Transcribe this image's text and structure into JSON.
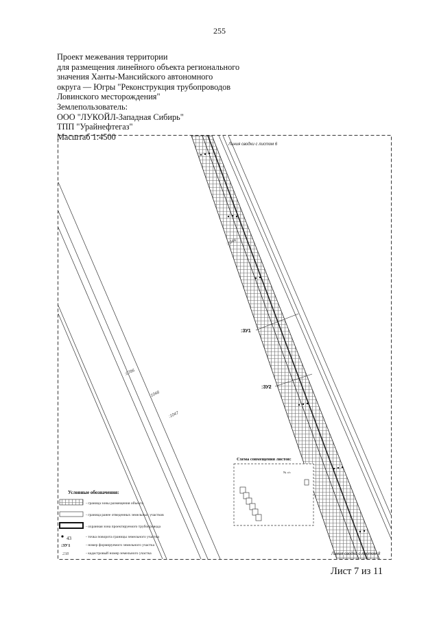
{
  "page_number": "255",
  "header": {
    "lines": [
      "Проект межевания территории",
      "для размещения линейного объекта регионального",
      "значения Ханты-Мансийского автономного",
      "округа  — Югры \"Реконструкция трубопроводов",
      "Ловинского месторождения\"",
      "Землепользователь:",
      "ООО \"ЛУКОЙЛ-Западная Сибирь\"",
      "ТПП \"Урайнефтегаз\"",
      "Масштаб 1:4500"
    ]
  },
  "map": {
    "top_join_line_label": "Линия сводки с листом 6",
    "bottom_join_line_label": "Линия сводки с листом 8",
    "parcel_label_1": ":ЗУ1",
    "parcel_label_2": ":ЗУ2",
    "cadastral_labels": [
      ":0786",
      ":1048",
      ":1047",
      ":1044"
    ]
  },
  "schema": {
    "title": "Схема совмещения листов:",
    "sheet_tag": "№ л/с"
  },
  "legend": {
    "title": "Условные обозначения:",
    "items": [
      {
        "symbol": "hatch",
        "label": "- граница зоны размещения объекта"
      },
      {
        "symbol": "outline",
        "label": "- граница ранее отведенных земельных участков"
      },
      {
        "symbol": "thick",
        "label": "- охранная зона проектируемого трубопровода"
      },
      {
        "symbol": "point",
        "sample": "43",
        "label": "- точка поворота границы земельного участка"
      },
      {
        "symbol": "parcel",
        "sample": ":ЗУ1",
        "label": "- номер формируемого земельного участка"
      },
      {
        "symbol": "cadastral",
        "sample": "238",
        "label": "- кадастровый номер земельного участка"
      }
    ]
  },
  "footer": {
    "sheet_label": "Лист 7 из 11"
  },
  "colors": {
    "line": "#222222",
    "hatch": "#555555"
  }
}
